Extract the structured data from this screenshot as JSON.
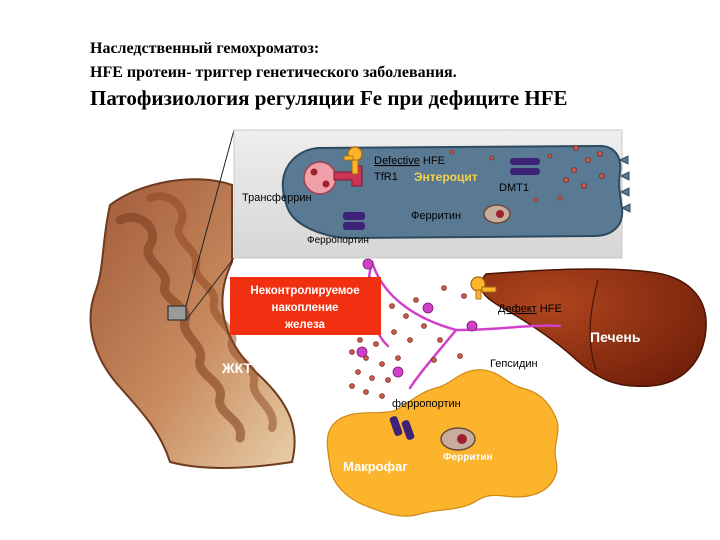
{
  "title": {
    "line1": "Наследственный гемохроматоз:",
    "line2": "HFE протеин- триггер генетического заболевания.",
    "line3": "Патофизиология регуляции Fe при  дефиците HFE"
  },
  "labels": {
    "gut": "ЖКТ",
    "enterocyte": "Энтероцит",
    "defective_hfe_word": "Defective",
    "defective_hfe_gene": " HFE",
    "tfr1": "TfR1",
    "transferrin": "Трансферрин",
    "dmt1": "DMT1",
    "ferritin_enterocyte": "Ферритин",
    "ferroportin_enterocyte": "Ферропортин",
    "uncontrolled_line1": "Неконтролируемое",
    "uncontrolled_line2": "накопление",
    "uncontrolled_line3": "железа",
    "liver": "Печень",
    "defect_hfe_word": "Дефект",
    "defect_hfe_gene": " HFE",
    "hepcidin": "Гепсидин",
    "ferroportin_macrophage": "ферропортин",
    "macrophage": "Макрофаг",
    "ferritin_macrophage": "Ферритин"
  },
  "colors": {
    "enterocyte_fill": "#5a7a94",
    "panel_bg": "#e4e4e4",
    "liver_fill": "#8b2b0e",
    "macrophage_fill": "#fcb42c",
    "iron_dot": "#c8584a",
    "iron_dot_stroke": "#6a1f14",
    "pink_line": "#d040c8",
    "callout_fill": "#f03010",
    "label_white": "#ffffff",
    "ferroportin": "#3d2377",
    "hfe_tfr": "#cc3355"
  }
}
